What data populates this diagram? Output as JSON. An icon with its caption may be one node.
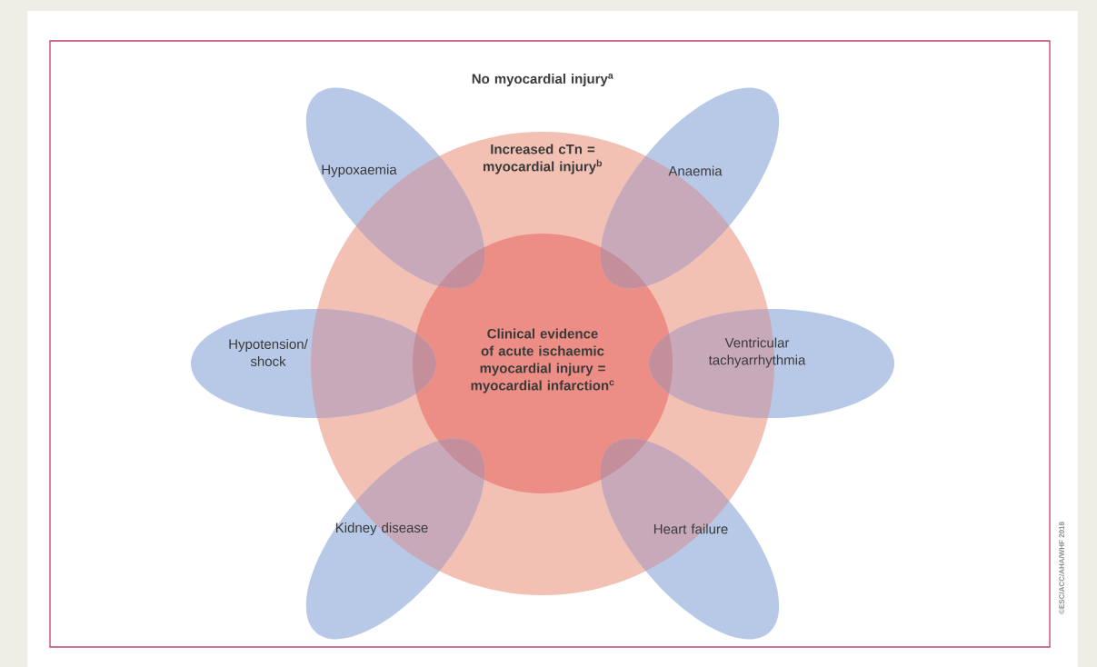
{
  "diagram": {
    "nodes": [
      {
        "text": [
          "No myocardial injury$^{a}$"
        ]
      },
      {
        "text": [
          "Increased cTn = myocardial injury$^{b}$"
        ],
        "in": 0
      },
      {
        "text": [
          "Clinical evidence of acute ischaemic myocardial injury = myocardial infarction$^{c}$"
        ],
        "in": 1
      },
      {
        "text": [
          "Hypoxaemia"
        ],
        "in": 0
      },
      {
        "text": [
          "Anaemia"
        ],
        "in": 0
      },
      {
        "text": [
          "Hypotension/ shock"
        ],
        "in": 0
      },
      {
        "text": [
          "Ventricular tachyarrhythmia"
        ],
        "in": 0
      },
      {
        "text": [
          "Kidney disease"
        ],
        "in": 0
      },
      {
        "text": [
          "Heart failure"
        ],
        "in": 0
      }
    ],
    "labels": [
      "©ESC/ACC/AHA/WHF 2018"
    ]
  }
}
